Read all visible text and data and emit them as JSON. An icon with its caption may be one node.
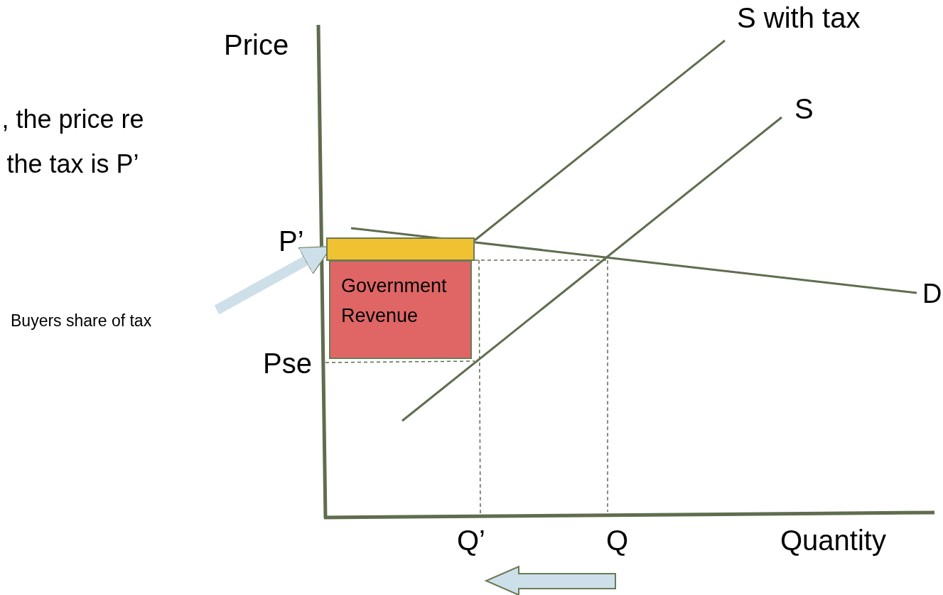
{
  "diagram": {
    "nodes": [
      {
        "text": [],
        "shape": "box"
      },
      {
        "text": [
          "Government Revenue"
        ]
      },
      {
        "text": [
          "Buyers share of tax"
        ]
      }
    ],
    "edges": [
      {
        "from": 2,
        "to": 0,
        "arrow": "to"
      }
    ],
    "labels": [
      "S with tax",
      "Price",
      "S",
      ", the price re the tax is P’",
      "P’",
      "D",
      "Pse",
      "Q’",
      "Q",
      "Quantity"
    ]
  }
}
